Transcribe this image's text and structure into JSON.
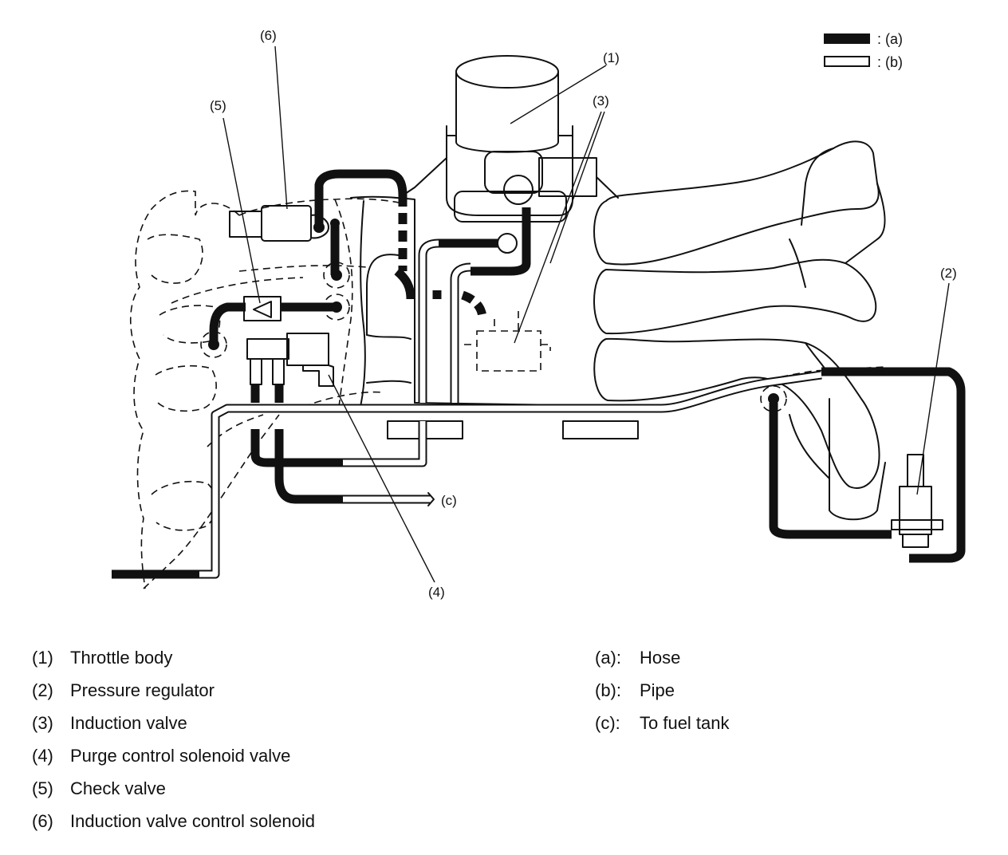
{
  "legend": [
    {
      "key": ": (a)",
      "style": "hose"
    },
    {
      "key": ": (b)",
      "style": "pipe"
    }
  ],
  "callouts": {
    "c1": "(1)",
    "c2": "(2)",
    "c3": "(3)",
    "c4": "(4)",
    "c5": "(5)",
    "c6": "(6)",
    "cc": "(c)"
  },
  "parts": [
    {
      "num": "(1)",
      "name": "Throttle body"
    },
    {
      "num": "(2)",
      "name": "Pressure regulator"
    },
    {
      "num": "(3)",
      "name": "Induction valve"
    },
    {
      "num": "(4)",
      "name": "Purge control solenoid valve"
    },
    {
      "num": "(5)",
      "name": "Check valve"
    },
    {
      "num": "(6)",
      "name": "Induction valve control solenoid"
    }
  ],
  "symbols": [
    {
      "num": "(a):",
      "name": "Hose"
    },
    {
      "num": "(b):",
      "name": "Pipe"
    },
    {
      "num": "(c):",
      "name": "To fuel tank"
    }
  ]
}
